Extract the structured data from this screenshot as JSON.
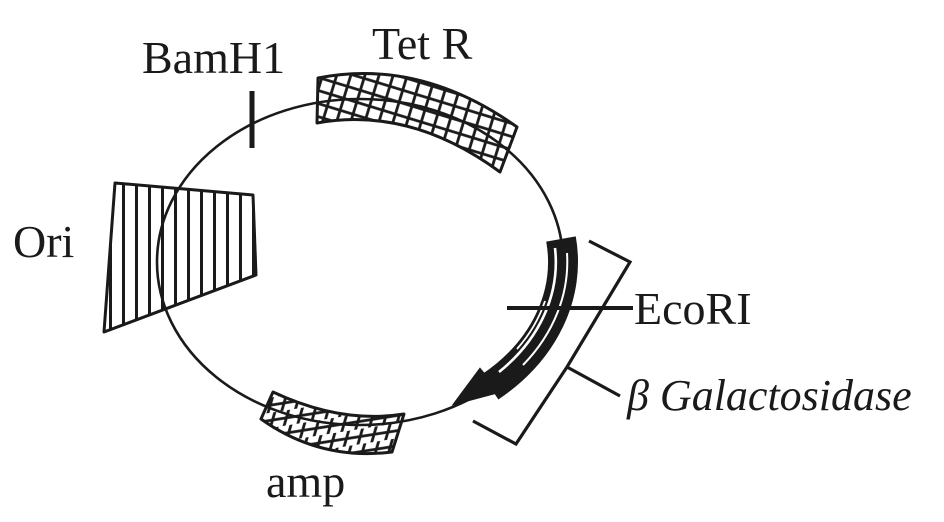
{
  "plasmid_map": {
    "background_color": "#ffffff",
    "ink_color": "#1a1a1a",
    "labels": {
      "bamh1": "BamH1",
      "tet_r": "Tet R",
      "ori": "Ori",
      "amp": "amp",
      "ecori": "EcoRI",
      "beta_galactosidase": "β Galactosidase"
    },
    "features": [
      {
        "name": "BamH1",
        "kind": "restriction site",
        "position": "top"
      },
      {
        "name": "Tet R",
        "kind": "gene segment",
        "position": "top-right",
        "hatch": "cross-grid"
      },
      {
        "name": "Ori",
        "kind": "origin of replication",
        "position": "left",
        "hatch": "vertical-lines"
      },
      {
        "name": "amp",
        "kind": "gene segment",
        "position": "bottom",
        "hatch": "diagonal-grid"
      },
      {
        "name": "EcoRI",
        "kind": "restriction site",
        "position": "right"
      },
      {
        "name": "β Galactosidase",
        "kind": "gene segment",
        "position": "right",
        "style": "solid black arrow arc"
      }
    ]
  }
}
